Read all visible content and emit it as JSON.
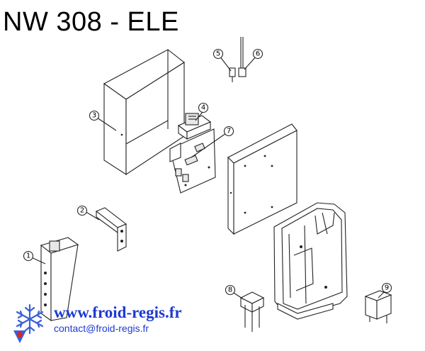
{
  "title": "NW 308 - ELE",
  "callouts": [
    {
      "id": "1",
      "label": "1"
    },
    {
      "id": "2",
      "label": "2"
    },
    {
      "id": "3",
      "label": "3"
    },
    {
      "id": "4",
      "label": "4"
    },
    {
      "id": "5",
      "label": "5"
    },
    {
      "id": "6",
      "label": "6"
    },
    {
      "id": "7",
      "label": "7"
    },
    {
      "id": "8",
      "label": "8"
    },
    {
      "id": "9",
      "label": "9"
    }
  ],
  "footer": {
    "website": "www.froid-regis.fr",
    "email": "contact@froid-regis.fr"
  },
  "colors": {
    "link": "#1e3ad2",
    "logo_blue": "#3a5fd8",
    "logo_red": "#d22828"
  }
}
